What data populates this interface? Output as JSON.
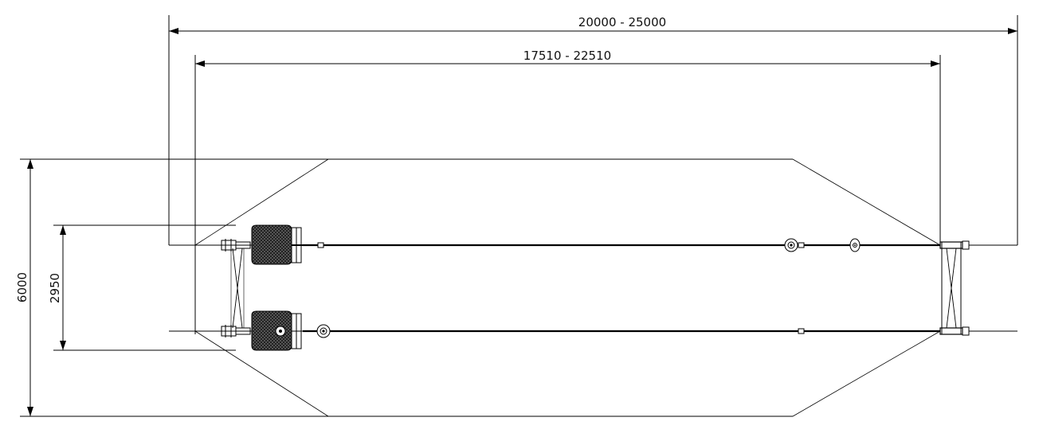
{
  "drawing": {
    "title": "",
    "line_color": "#000000",
    "hatch_color": "#111111"
  },
  "dimensions": {
    "overall_length": "20000 - 25000",
    "rail_length": "17510 - 22510",
    "overall_width": "6000",
    "track_width": "2950"
  },
  "icons": {
    "arrowhead": "filled-triangle",
    "pulley": "ring-with-dot",
    "seat": "hatched-seat",
    "x-brace": "cross-brace"
  }
}
